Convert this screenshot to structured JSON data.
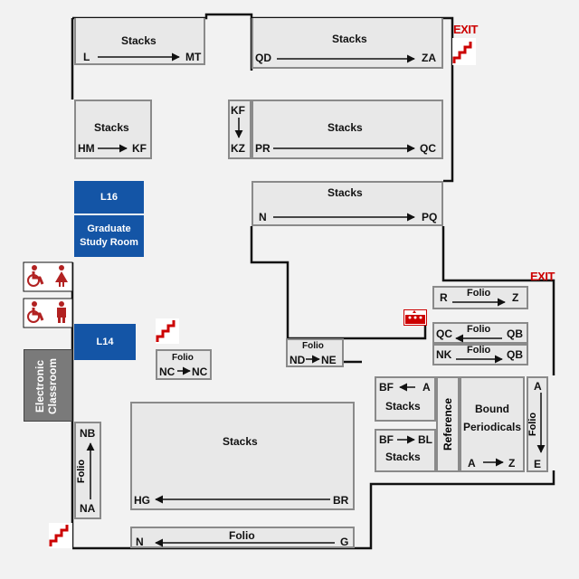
{
  "stacks": {
    "top_left": {
      "title": "Stacks",
      "from": "L",
      "to": "MT"
    },
    "top_right": {
      "title": "Stacks",
      "from": "QD",
      "to": "ZA"
    },
    "hm_kf": {
      "title": "Stacks",
      "from": "HM",
      "to": "KF"
    },
    "pr_qc": {
      "title": "Stacks",
      "from": "PR",
      "to": "QC"
    },
    "kf_kz": {
      "from": "KF",
      "to": "KZ"
    },
    "n_pq": {
      "title": "Stacks",
      "from": "N",
      "to": "PQ"
    },
    "main": {
      "title": "Stacks",
      "from": "HG",
      "to": "BR"
    }
  },
  "rooms": {
    "l16": "L16",
    "grad_study_line1": "Graduate",
    "grad_study_line2": "Study Room",
    "l14": "L14",
    "electronic_line1": "Electronic",
    "electronic_line2": "Classroom"
  },
  "exits": {
    "top": "EXIT",
    "right": "EXIT"
  },
  "folio": {
    "nc": {
      "title": "Folio",
      "from": "NC",
      "to": "NC"
    },
    "nd_ne": {
      "title": "Folio",
      "from": "ND",
      "to": "NE"
    },
    "r_z": {
      "title": "Folio",
      "from": "R",
      "to": "Z"
    },
    "qc_qb": {
      "title": "Folio",
      "from": "QC",
      "to": "QB"
    },
    "nk_qb": {
      "title": "Folio",
      "from": "NK",
      "to": "QB"
    },
    "na_nb": {
      "title": "Folio",
      "from": "NA",
      "to": "NB"
    },
    "n_g": {
      "title": "Folio",
      "from": "N",
      "to": "G"
    }
  },
  "reference": {
    "bf_a": {
      "title": "Stacks",
      "from": "BF",
      "to": "A"
    },
    "bf_bl": {
      "title": "Stacks",
      "from": "BF",
      "to": "BL"
    },
    "label": "Reference"
  },
  "periodicals": {
    "line1": "Bound",
    "line2": "Periodicals",
    "from": "A",
    "to": "Z"
  },
  "folio_ae": {
    "title": "Folio",
    "from": "A",
    "to": "E"
  },
  "icons": {
    "accessible": "accessible-icon",
    "women": "women-restroom-icon",
    "men": "men-restroom-icon",
    "stairs": "stairs-icon",
    "elevator": "elevator-icon"
  },
  "colors": {
    "room_blue": "#1455a6",
    "exit_red": "#cc0000",
    "stair_red": "#cc0000",
    "shelf_border": "#8a8a8a"
  }
}
